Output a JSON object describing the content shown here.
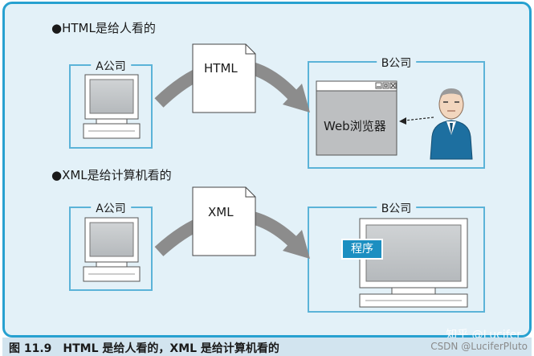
{
  "sections": {
    "html": {
      "title": "●HTML是给人看的",
      "sender": "A公司",
      "receiver": "B公司",
      "document": "HTML",
      "browser": "Web浏览器"
    },
    "xml": {
      "title": "●XML是给计算机看的",
      "sender": "A公司",
      "receiver": "B公司",
      "document": "XML",
      "program": "程序"
    }
  },
  "caption": "图 11.9　HTML 是给人看的，XML 是给计算机看的",
  "watermarks": {
    "zhihu": "知乎 @Lucifer",
    "csdn": "CSDN @LuciferPluto"
  },
  "colors": {
    "frame_border": "#27a1d0",
    "frame_fill": "#e3f1f8",
    "box_border": "#5bb3d8",
    "arrow": "#8c8c8c",
    "program_fill": "#1c8fc1"
  }
}
